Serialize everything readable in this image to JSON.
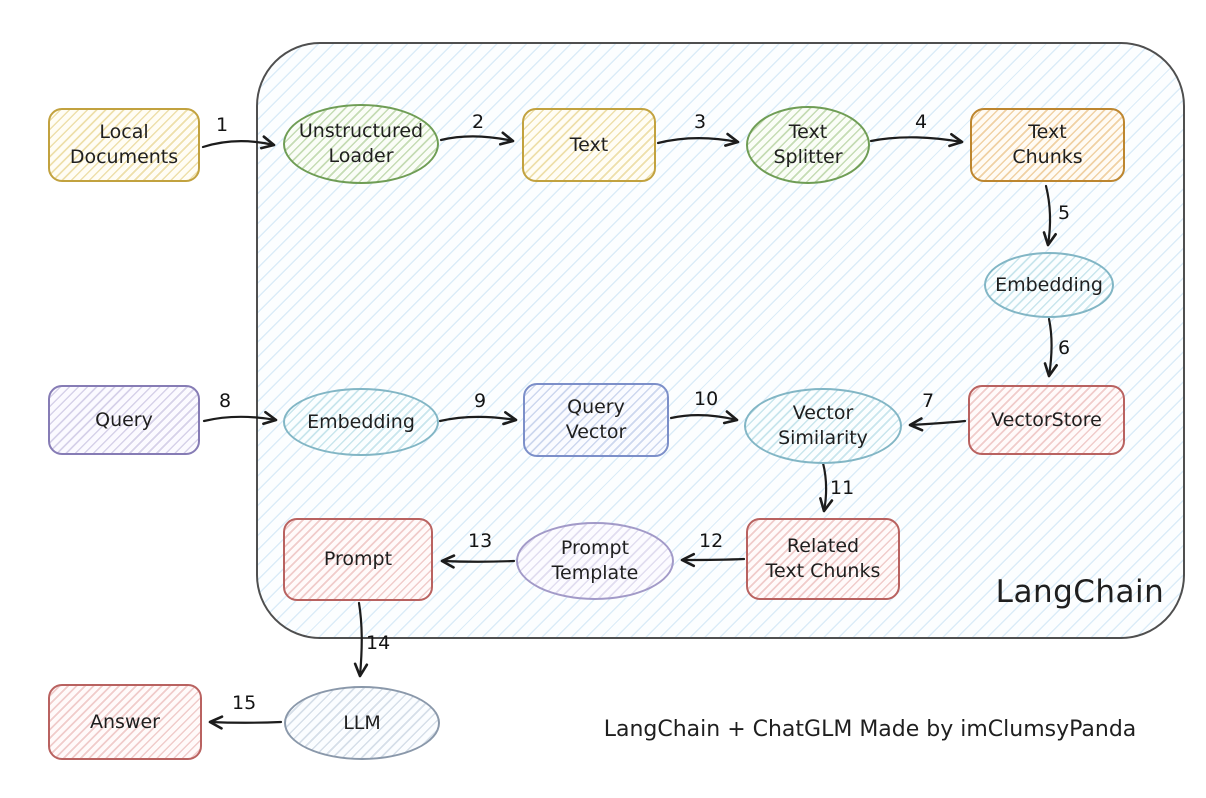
{
  "container_label": "LangChain",
  "caption": "LangChain + ChatGLM Made by imClumsyPanda",
  "nodes": {
    "local_documents": {
      "label": "Local\nDocuments"
    },
    "unstructured_loader": {
      "label": "Unstructured\nLoader"
    },
    "text": {
      "label": "Text"
    },
    "text_splitter": {
      "label": "Text\nSplitter"
    },
    "text_chunks": {
      "label": "Text\nChunks"
    },
    "embedding_docs": {
      "label": "Embedding"
    },
    "vectorstore": {
      "label": "VectorStore"
    },
    "query": {
      "label": "Query"
    },
    "embedding_query": {
      "label": "Embedding"
    },
    "query_vector": {
      "label": "Query\nVector"
    },
    "vector_similarity": {
      "label": "Vector\nSimilarity"
    },
    "related_text_chunks": {
      "label": "Related\nText Chunks"
    },
    "prompt_template": {
      "label": "Prompt\nTemplate"
    },
    "prompt": {
      "label": "Prompt"
    },
    "llm": {
      "label": "LLM"
    },
    "answer": {
      "label": "Answer"
    }
  },
  "edges": {
    "e1": {
      "label": "1"
    },
    "e2": {
      "label": "2"
    },
    "e3": {
      "label": "3"
    },
    "e4": {
      "label": "4"
    },
    "e5": {
      "label": "5"
    },
    "e6": {
      "label": "6"
    },
    "e7": {
      "label": "7"
    },
    "e8": {
      "label": "8"
    },
    "e9": {
      "label": "9"
    },
    "e10": {
      "label": "10"
    },
    "e11": {
      "label": "11"
    },
    "e12": {
      "label": "12"
    },
    "e13": {
      "label": "13"
    },
    "e14": {
      "label": "14"
    },
    "e15": {
      "label": "15"
    }
  },
  "palette": {
    "yellow": "#c2a23f",
    "green": "#6f9d55",
    "orange": "#bd862f",
    "cyan": "#82b6c5",
    "red": "#b96260",
    "purple": "#867cb5",
    "lavender": "#a29ac8",
    "bluegray": "#8a98aa",
    "container_border": "#4f4f4f",
    "container_hatch": "#9ecbec",
    "arrow": "#1c1c1c"
  }
}
